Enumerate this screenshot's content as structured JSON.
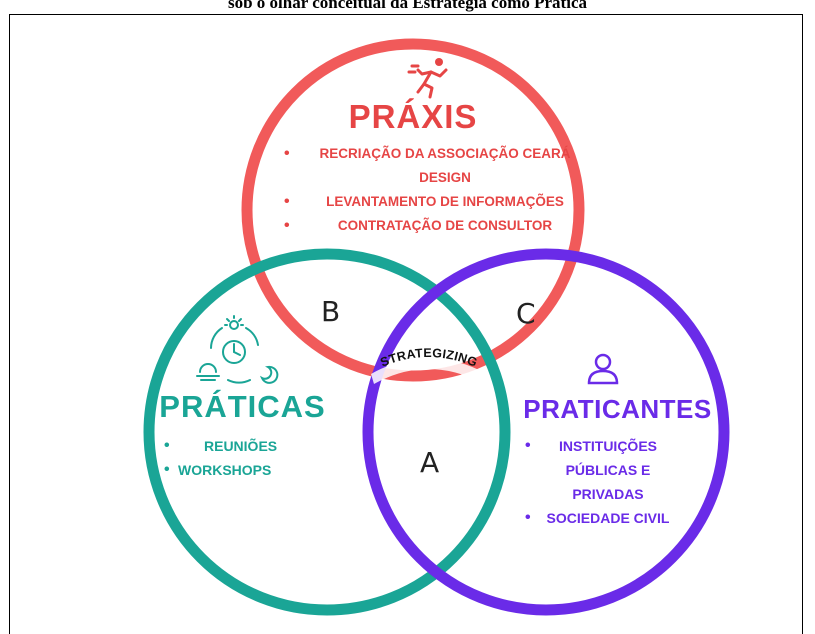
{
  "caption": "sob o olhar conceitual da Estratégia como Prática",
  "colors": {
    "praxis": "#f15a5a",
    "praticas": "#1aa596",
    "praticantes": "#6a2be8",
    "praxis_text": "#e64545"
  },
  "praxis": {
    "icon": "running-person-icon",
    "title": "PRÁXIS",
    "items": [
      "RECRIAÇÃO DA ASSOCIAÇÃO CEARÁ",
      "DESIGN",
      "LEVANTAMENTO DE INFORMAÇÕES",
      "CONTRATAÇÃO DE CONSULTOR"
    ]
  },
  "praticas": {
    "icon": "day-night-cycle-icon",
    "title": "PRÁTICAS",
    "items": [
      "REUNIÕES",
      "WORKSHOPS"
    ]
  },
  "praticantes": {
    "icon": "user-icon",
    "title": "PRATICANTES",
    "items": [
      "INSTITUIÇÕES",
      "PÚBLICAS E",
      "PRIVADAS",
      "SOCIEDADE CIVIL"
    ]
  },
  "regions": {
    "a": "A",
    "b": "B",
    "c": "C"
  },
  "center_label": "STRATEGIZING"
}
